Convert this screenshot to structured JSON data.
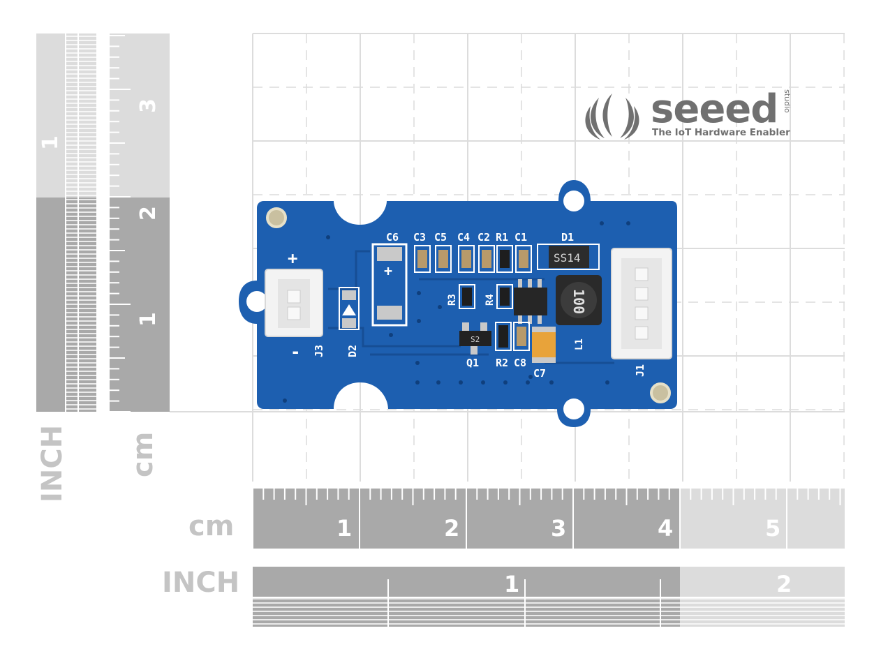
{
  "brand": {
    "name": "seeed",
    "sub": "studio",
    "tagline": "The IoT Hardware Enabler"
  },
  "rulers": {
    "left_inch_label": "INCH",
    "left_cm_label": "cm",
    "left_inch_numbers": [
      "1"
    ],
    "left_cm_numbers": [
      "3",
      "2",
      "1"
    ],
    "bottom_cm_label": "cm",
    "bottom_cm_numbers": [
      "1",
      "2",
      "3",
      "4",
      "5"
    ],
    "bottom_inch_label": "INCH",
    "bottom_inch_numbers": [
      "1",
      "2"
    ]
  },
  "board": {
    "labels": {
      "c6": "C6",
      "c3": "C3",
      "c5": "C5",
      "c4": "C4",
      "c2": "C2",
      "r1": "R1",
      "c1": "C1",
      "d1": "D1",
      "d1_chip": "SS14",
      "r3": "R3",
      "r4": "R4",
      "inductor": "100",
      "l1": "L1",
      "q1": "Q1",
      "q1_chip": "S2",
      "r2": "R2",
      "c8": "C8",
      "c7": "C7",
      "j1": "J1",
      "j3": "J3",
      "d2": "D2",
      "plus": "+",
      "minus": "-",
      "cap_plus": "+"
    }
  },
  "colors": {
    "pcb": "#1d5fb0",
    "pcb_dark": "#164e95",
    "connector": "#f3f3f3",
    "pad": "#c9c9c9",
    "ruler_dark": "#a9a9a9",
    "ruler_light": "#dcdcdc",
    "grid": "#d9d9d9",
    "logo": "#707070"
  }
}
